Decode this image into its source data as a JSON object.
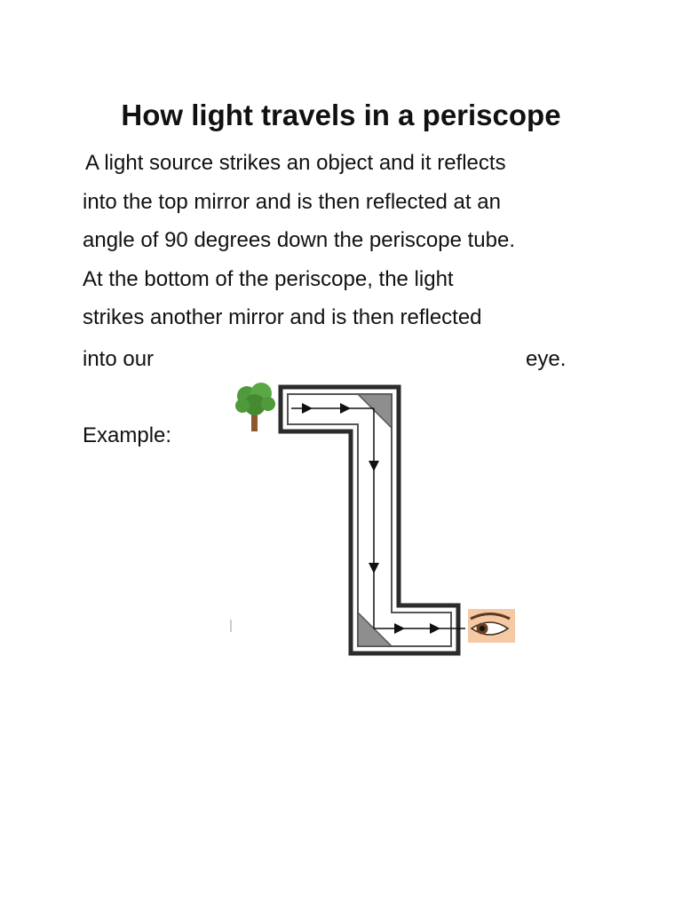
{
  "document": {
    "title": "How light travels in a periscope",
    "paragraph_lines": [
      "A light source strikes an object and it reflects",
      "into the top mirror and is then reflected at an",
      "angle of 90 degrees down the periscope tube.",
      "At the bottom of the periscope, the light",
      "strikes another mirror and is then reflected",
      "into our"
    ],
    "paragraph_end_word": "eye.",
    "example_label": "Example:"
  },
  "diagram": {
    "icons": [
      "tree-icon",
      "eye-icon",
      "mirror-icon",
      "arrow-icon"
    ],
    "colors": {
      "tube_outline": "#2b2b2b",
      "tube_fill": "#ffffff",
      "mirror": "#8e8e8e",
      "light_path": "#111111",
      "tree_foliage": "#4f9a3a",
      "tree_trunk": "#8a5a2b",
      "skin": "#f4c9a3",
      "iris": "#6b3f1f"
    }
  }
}
